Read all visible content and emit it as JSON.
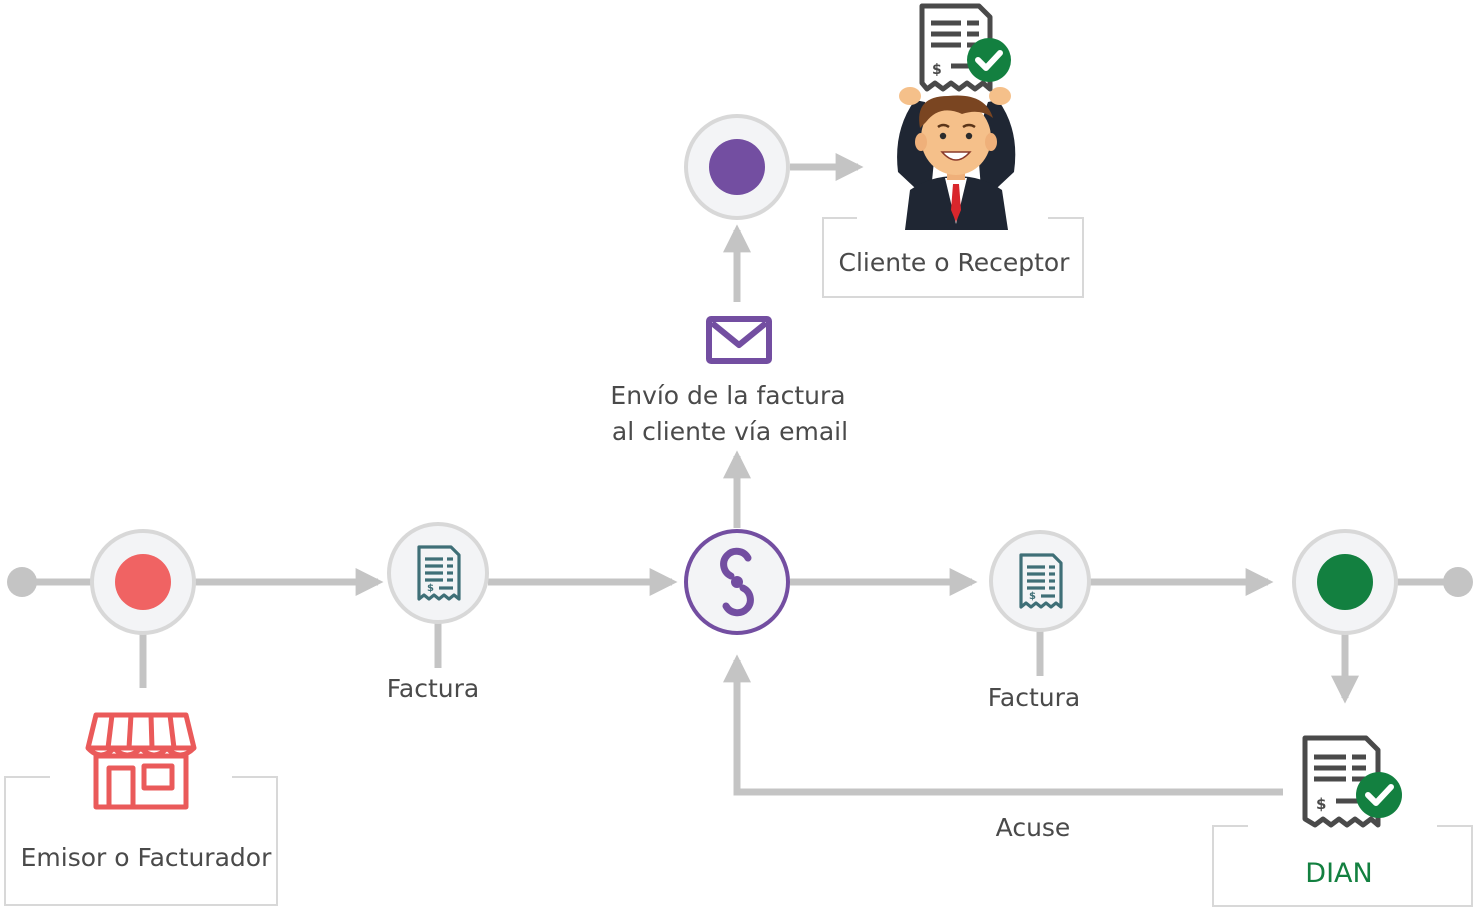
{
  "labels": {
    "emisor": "Emisor o Facturador",
    "factura_1": "Factura",
    "factura_2": "Factura",
    "envio_line1": "Envío de la factura",
    "envio_line2": "al cliente vía email",
    "cliente": "Cliente o Receptor",
    "acuse": "Acuse",
    "dian": "DIAN"
  },
  "colors": {
    "connector": "#c4c4c4",
    "node_ring": "#d8d8d8",
    "node_fill": "#f3f4f6",
    "emisor_dot": "#f06363",
    "receptor_dot": "#734ea1",
    "dian_dot": "#138040",
    "platform_purple": "#734ea1",
    "emisor_store": "#ea5a5a",
    "invoice_teal": "#3f6f77",
    "check_green": "#138040",
    "dian_text": "#138040",
    "text": "#4a4a4a"
  },
  "icons": [
    "store-icon",
    "invoice-icon",
    "mail-icon",
    "platform-logo-icon",
    "approved-invoice-icon",
    "businessman-icon"
  ]
}
